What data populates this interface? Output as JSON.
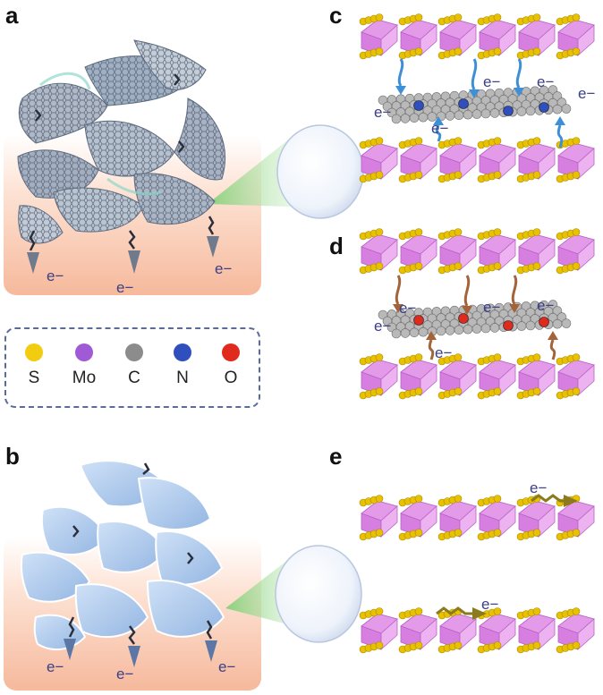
{
  "panels": {
    "a": "a",
    "b": "b",
    "c": "c",
    "d": "d",
    "e": "e"
  },
  "electron_label": "e−",
  "legend": [
    {
      "symbol": "S",
      "color": "#f2cc10"
    },
    {
      "symbol": "Mo",
      "color": "#a05ad6"
    },
    {
      "symbol": "C",
      "color": "#8c8c8c"
    },
    {
      "symbol": "N",
      "color": "#2f4fbf"
    },
    {
      "symbol": "O",
      "color": "#e02a1e"
    }
  ],
  "colors": {
    "background_glow": "#f9c9b0",
    "graphene_sheet": "#8a97a8",
    "mos2_sheet": "#a9c7ec",
    "mos2_mo_bond": "#e39ae9",
    "sulfur": "#e8c100",
    "nitrogen_arrow": "#3e8fd6",
    "oxygen_arrow": "#a4643a",
    "free_arrow": "#8b7a1e"
  }
}
